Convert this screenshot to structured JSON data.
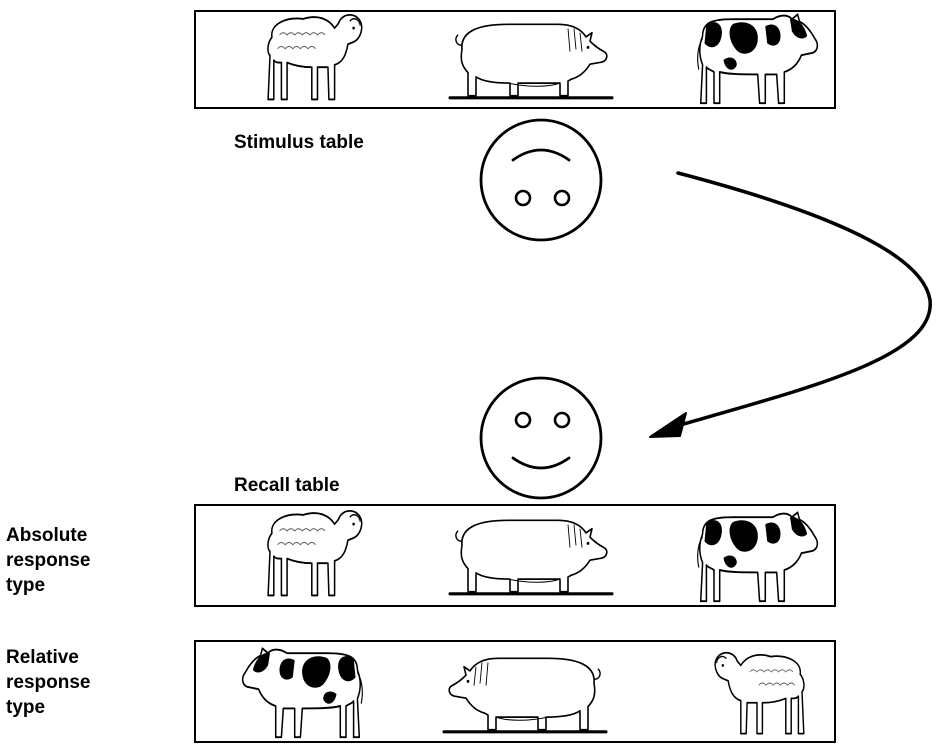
{
  "labels": {
    "stimulus_table": "Stimulus table",
    "recall_table": "Recall  table",
    "absolute": [
      "Absolute",
      "response",
      "type"
    ],
    "relative": [
      "Relative",
      "response",
      "type"
    ]
  },
  "rows": {
    "stimulus": [
      "sheep",
      "pig",
      "cow"
    ],
    "absolute": [
      "sheep",
      "pig",
      "cow"
    ],
    "relative": [
      "cow",
      "pig",
      "sheep"
    ]
  },
  "colors": {
    "ink": "#000000",
    "background": "#ffffff"
  }
}
